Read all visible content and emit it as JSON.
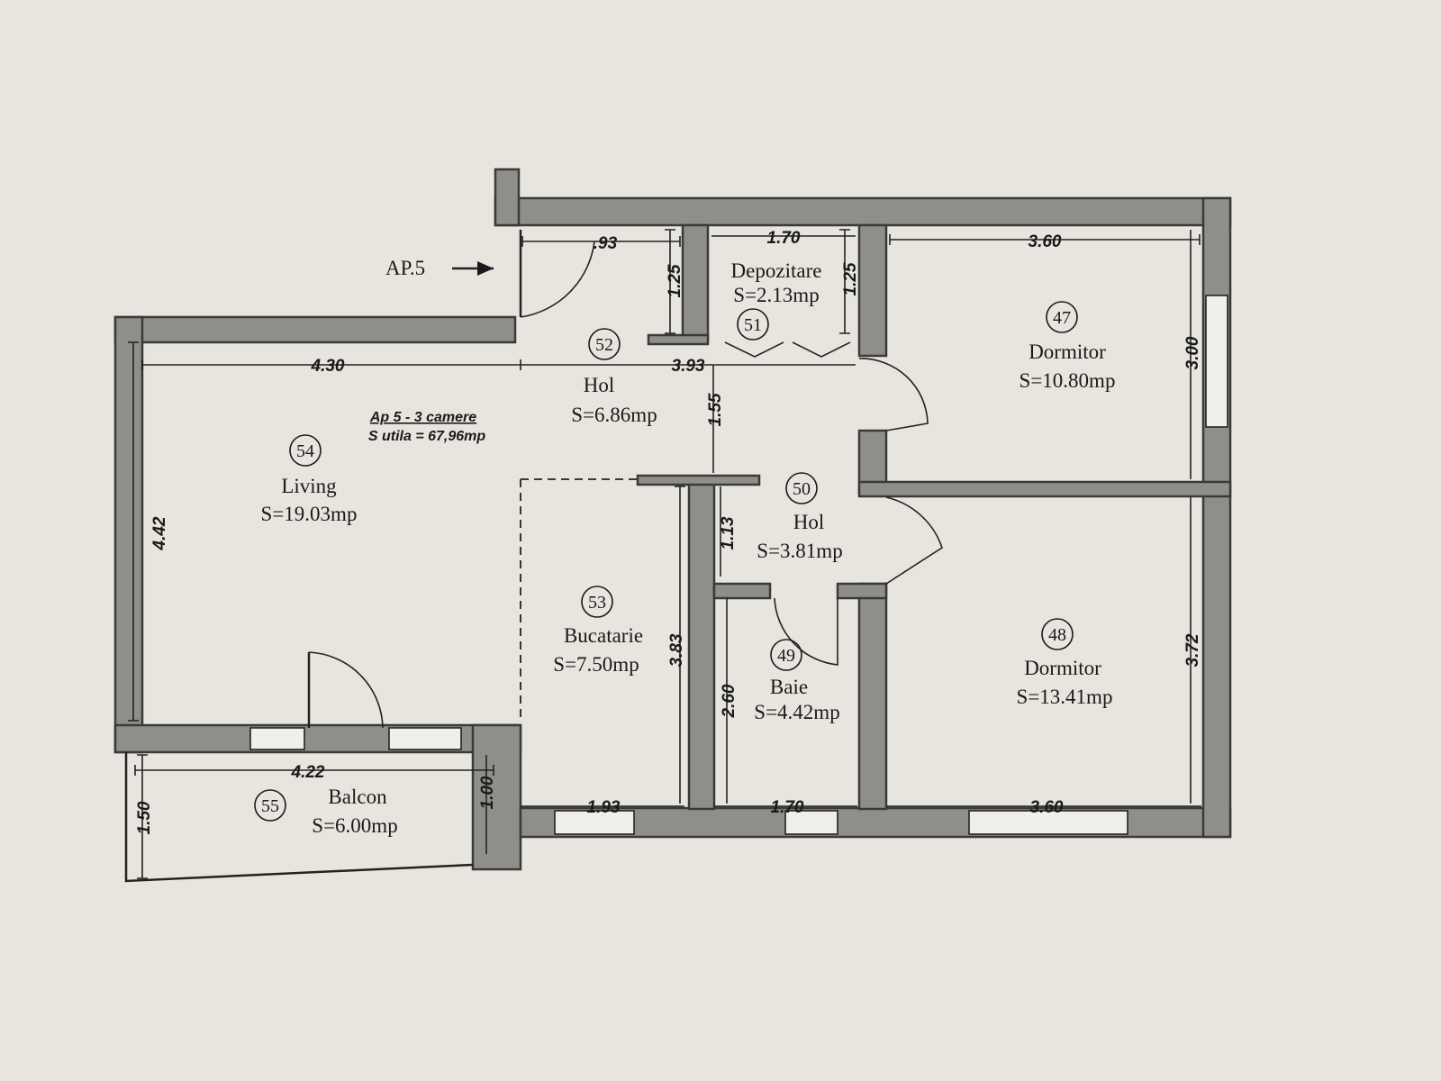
{
  "entrance": {
    "label": "AP.5"
  },
  "apartment": {
    "title": "Ap 5 - 3 camere",
    "usable_area": "S utila = 67,96mp"
  },
  "rooms": [
    {
      "id": "47",
      "name": "Dormitor",
      "area": "S=10.80mp"
    },
    {
      "id": "48",
      "name": "Dormitor",
      "area": "S=13.41mp"
    },
    {
      "id": "49",
      "name": "Baie",
      "area": "S=4.42mp"
    },
    {
      "id": "50",
      "name": "Hol",
      "area": "S=3.81mp"
    },
    {
      "id": "51",
      "name": "Depozitare",
      "area": "S=2.13mp"
    },
    {
      "id": "52",
      "name": "Hol",
      "area": "S=6.86mp"
    },
    {
      "id": "53",
      "name": "Bucatarie",
      "area": "S=7.50mp"
    },
    {
      "id": "54",
      "name": "Living",
      "area": "S=19.03mp"
    },
    {
      "id": "55",
      "name": "Balcon",
      "area": "S=6.00mp"
    }
  ],
  "dimensions": {
    "hol52_top_width": ".93",
    "hol52_top_height": "1.25",
    "storage_width": "1.70",
    "storage_height": "1.25",
    "bed47_width": "3.60",
    "bed47_height": "3.00",
    "living_width": "4.30",
    "hol52_width": "3.93",
    "hol52_height": "1.55",
    "living_height": "4.42",
    "hol50_height": "1.13",
    "kitchen_height": "3.83",
    "bath_height": "2.60",
    "bed48_height": "3.72",
    "balcony_width": "4.22",
    "balcony_depth": "1.50",
    "balcony_side": "1.00",
    "kitchen_width": "1.93",
    "bath_width": "1.70",
    "bed48_width": "3.60"
  },
  "colors": {
    "paper": "#e7e5de",
    "wall": "#8e8e8b",
    "ink": "#1a1a1a"
  }
}
